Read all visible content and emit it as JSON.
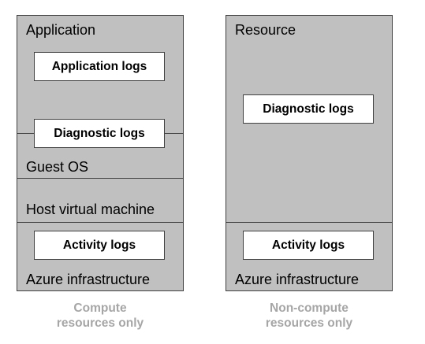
{
  "compute_stack": {
    "layers": {
      "application": "Application",
      "guest_os": "Guest OS",
      "host_vm": "Host virtual  machine",
      "azure_infrastructure": "Azure infrastructure"
    },
    "logs": {
      "application_logs": "Application logs",
      "diagnostic_logs": "Diagnostic logs",
      "activity_logs": "Activity logs"
    },
    "caption": {
      "line1": "Compute",
      "line2": "resources only"
    }
  },
  "noncompute_stack": {
    "layers": {
      "resource": "Resource",
      "azure_infrastructure": "Azure infrastructure"
    },
    "logs": {
      "diagnostic_logs": "Diagnostic logs",
      "activity_logs": "Activity logs"
    },
    "caption": {
      "line1": "Non-compute",
      "line2": "resources only"
    }
  },
  "colors": {
    "layer_fill": "#c0c0c0",
    "box_fill": "#ffffff",
    "caption_text": "#a6a6a6",
    "border": "#404040"
  }
}
